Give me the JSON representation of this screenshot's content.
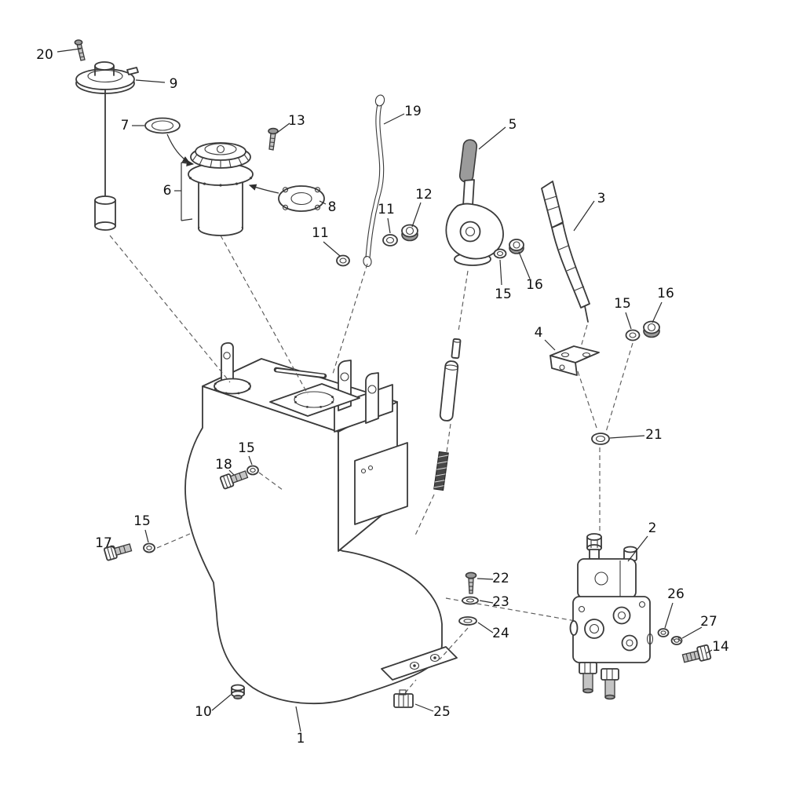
{
  "figure": {
    "kind": "exploded-parts-diagram",
    "background": "#ffffff",
    "line_color": "#3a3a3a",
    "label_color": "#111111"
  },
  "callouts": {
    "c1": "1",
    "c2": "2",
    "c3": "3",
    "c4": "4",
    "c5": "5",
    "c6": "6",
    "c7": "7",
    "c8": "8",
    "c9": "9",
    "c10": "10",
    "c11a": "11",
    "c11b": "11",
    "c12": "12",
    "c13": "13",
    "c14": "14",
    "c15a": "15",
    "c15b": "15",
    "c15c": "15",
    "c15d": "15",
    "c16a": "16",
    "c16b": "16",
    "c17": "17",
    "c18": "18",
    "c19": "19",
    "c20": "20",
    "c21": "21",
    "c22": "22",
    "c23": "23",
    "c24": "24",
    "c25": "25",
    "c26": "26",
    "c27": "27"
  }
}
